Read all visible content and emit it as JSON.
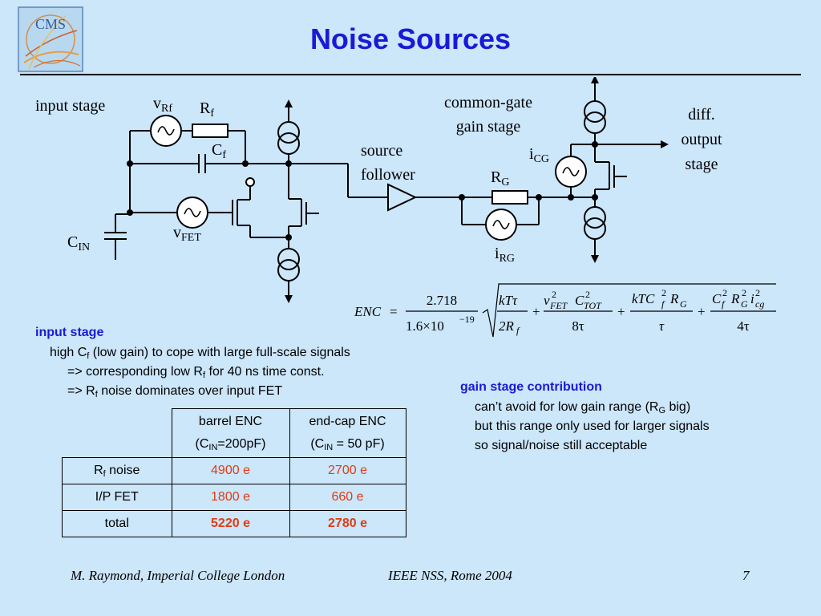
{
  "slide": {
    "title": "Noise Sources",
    "logo_text": "CMS",
    "page_number": "7"
  },
  "circuit": {
    "input_stage": "input stage",
    "v_Rf": {
      "main": "v",
      "sub": "Rf"
    },
    "R_f": {
      "main": "R",
      "sub": "f"
    },
    "C_f": {
      "main": "C",
      "sub": "f"
    },
    "C_IN": {
      "main": "C",
      "sub": "IN"
    },
    "v_FET": {
      "main": "v",
      "sub": "FET"
    },
    "source_follower": [
      "source",
      "follower"
    ],
    "common_gate": [
      "common-gate",
      "gain stage"
    ],
    "R_G": {
      "main": "R",
      "sub": "G"
    },
    "i_RG": {
      "main": "i",
      "sub": "RG"
    },
    "i_CG": {
      "main": "i",
      "sub": "CG"
    },
    "diff_output": [
      "diff.",
      "output",
      "stage"
    ]
  },
  "formula": {
    "lhs": "ENC",
    "eq": "=",
    "numerator": "2.718",
    "denominator": "1.6×10",
    "exponent": "−19",
    "plus": "+",
    "terms": [
      {
        "num": "kTτ",
        "den": "2R",
        "den_sub": "f"
      },
      {
        "num": "v",
        "num_sup": "2",
        "num_sub": "FET",
        "num2": "C",
        "num2_sup": "2",
        "num2_sub": "TOT",
        "den": "8τ"
      },
      {
        "num": "kTC",
        "num_sup": "2",
        "num_sub": "f",
        "num2": "R",
        "num2_sub": "G",
        "den": "τ"
      },
      {
        "num": "C",
        "num_sup": "2",
        "num_sub": "f",
        "num2": "R",
        "num2_sup": "2",
        "num2_sub": "G",
        "num3": "i",
        "num3_sup": "2",
        "num3_sub": "cg",
        "den": "4τ"
      }
    ]
  },
  "input_stage_notes": {
    "heading": "input stage",
    "line1": {
      "pre": "high C",
      "sub": "f",
      "post": " (low gain) to cope with large full-scale signals"
    },
    "line2": {
      "pre": "=> corresponding low R",
      "sub": "f",
      "post": " for 40 ns time const."
    },
    "line3": {
      "pre": "=> R",
      "sub": "f",
      "post": " noise dominates over input FET"
    }
  },
  "gain_stage_notes": {
    "heading": "gain stage contribution",
    "line1": {
      "pre": "can’t avoid for low gain range (R",
      "sub": "G",
      "post": " big)"
    },
    "line2": "but this range only used for larger signals",
    "line3": "so signal/noise still acceptable"
  },
  "table": {
    "headers": [
      {
        "line1": "barrel ENC",
        "pre": "(C",
        "sub": "IN",
        "post": "=200pF)"
      },
      {
        "line1": "end-cap ENC",
        "pre": "(C",
        "sub": "IN",
        "post": " = 50 pF)"
      }
    ],
    "rows": [
      {
        "label_pre": "R",
        "label_sub": "f",
        "label_post": " noise",
        "barrel": "4900 e",
        "endcap": "2700 e"
      },
      {
        "label_pre": "I/P FET",
        "label_sub": "",
        "label_post": "",
        "barrel": "1800 e",
        "endcap": "660 e"
      },
      {
        "label_pre": "total",
        "label_sub": "",
        "label_post": "",
        "barrel": "5220 e",
        "endcap": "2780 e"
      }
    ]
  },
  "footer": {
    "author": "M. Raymond, Imperial College London",
    "conference": "IEEE NSS, Rome 2004"
  },
  "colors": {
    "background": "#cce6fa",
    "title": "#1a1ad6",
    "heading": "#1a1ad6",
    "table_values": "#e03c14"
  }
}
